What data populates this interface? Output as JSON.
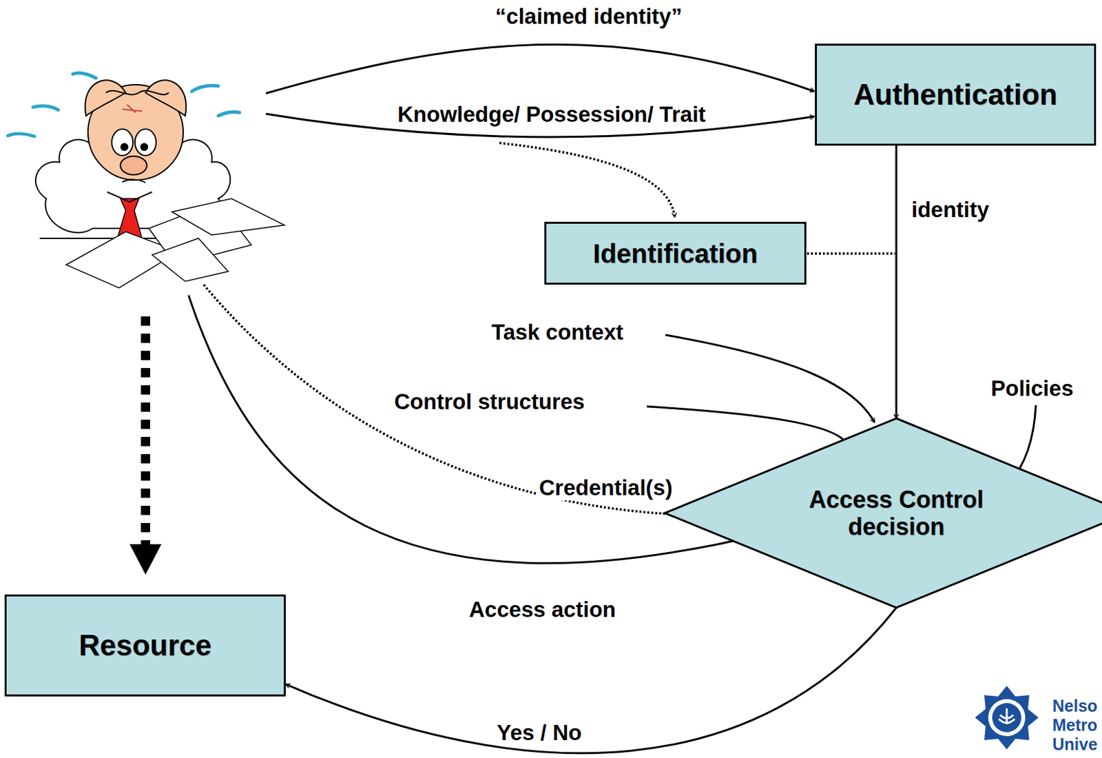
{
  "diagram": {
    "nodes": [
      {
        "text": [
          "Authentication"
        ]
      },
      {
        "text": [
          "Identification"
        ]
      },
      {
        "text": [
          "Access Control decision"
        ]
      },
      {
        "text": [
          "Resource"
        ]
      }
    ],
    "edges": [
      {
        "from": 0,
        "to": 2,
        "label": "identity",
        "arrow": "to"
      },
      {
        "from": 2,
        "to": 3,
        "label": "Yes / No",
        "arrow": "to"
      }
    ],
    "labels": [
      "“claimed identity”",
      "Knowledge/ Possession/ Trait",
      "Task context",
      "Control structures",
      "Policies",
      "Credential(s)",
      "Access action",
      "Nelso",
      "Metro",
      "Unive"
    ]
  }
}
